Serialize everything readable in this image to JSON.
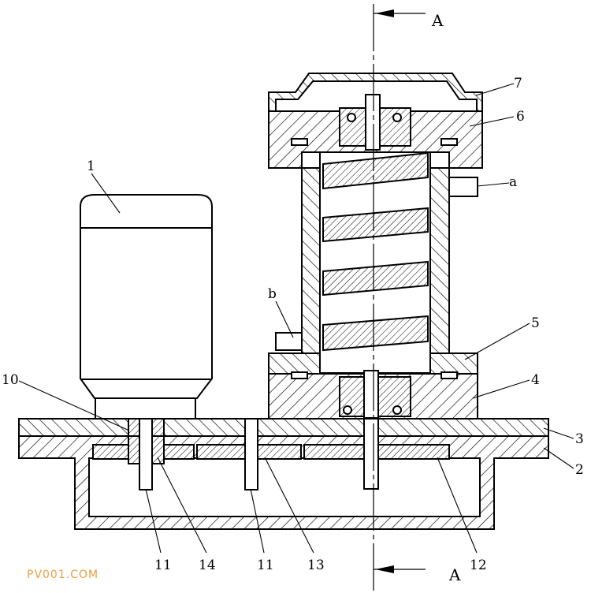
{
  "labels": {
    "n1": "1",
    "n2": "2",
    "n3": "3",
    "n4": "4",
    "n5": "5",
    "n6": "6",
    "n7": "7",
    "n10": "10",
    "n11a": "11",
    "n11b": "11",
    "n12": "12",
    "n13": "13",
    "n14": "14",
    "a": "a",
    "b": "b",
    "section_top": "A",
    "section_bottom": "A"
  },
  "watermark": {
    "text": "PV001.COM",
    "color": "#e8a040"
  },
  "colors": {
    "line": "#000000",
    "background": "#ffffff"
  }
}
